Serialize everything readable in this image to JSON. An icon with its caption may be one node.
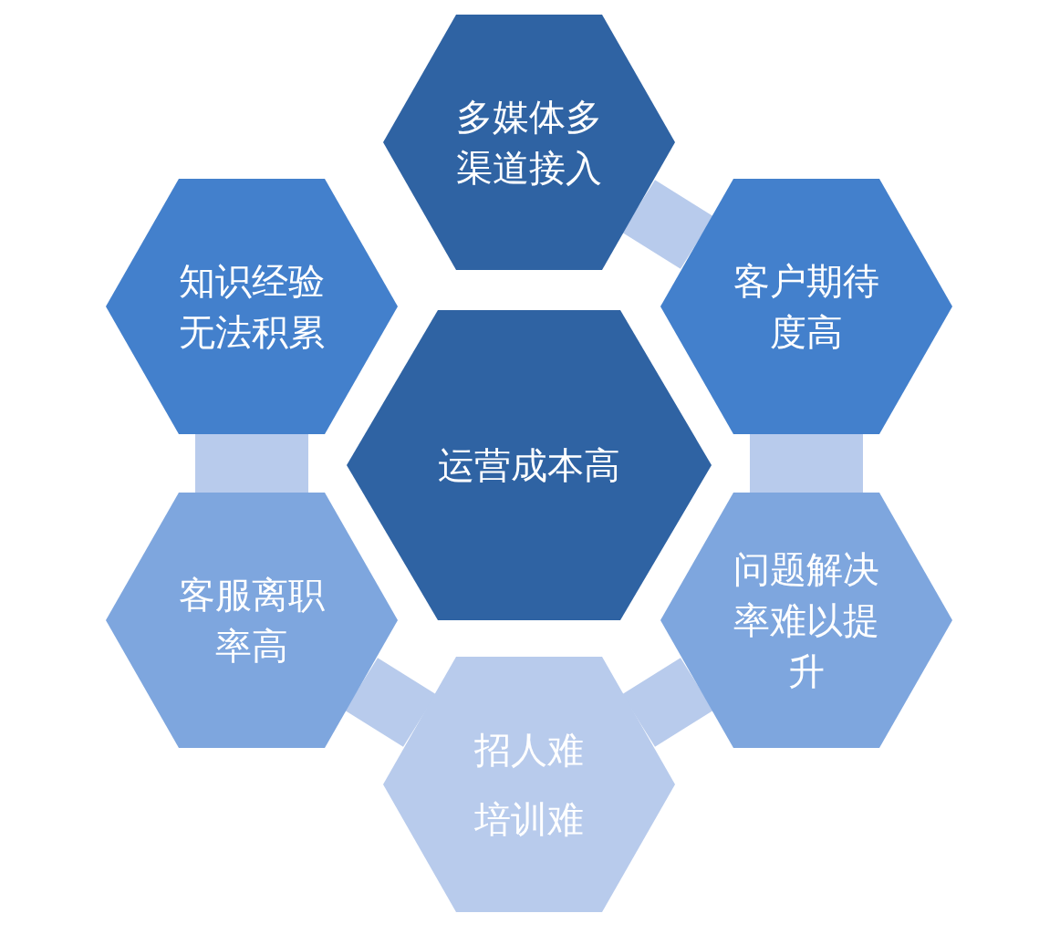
{
  "diagram": {
    "nodes": [
      {
        "text": [
          "多媒体多渠道接入"
        ]
      },
      {
        "text": [
          "知识经验无法积累"
        ]
      },
      {
        "text": [
          "客户期待度高"
        ]
      },
      {
        "text": [
          "运营成本高"
        ]
      },
      {
        "text": [
          "客服离职率高"
        ]
      },
      {
        "text": [
          "问题解决率难以提升"
        ]
      },
      {
        "text": [
          "招人难",
          "培训难"
        ]
      }
    ],
    "edges": [
      {
        "from": 0,
        "to": 2,
        "arrow": "none"
      },
      {
        "from": 2,
        "to": 5,
        "arrow": "none",
        "style": "thick"
      },
      {
        "from": 5,
        "to": 6,
        "arrow": "none"
      },
      {
        "from": 6,
        "to": 4,
        "arrow": "none"
      },
      {
        "from": 4,
        "to": 1,
        "arrow": "none",
        "style": "thick"
      }
    ]
  }
}
